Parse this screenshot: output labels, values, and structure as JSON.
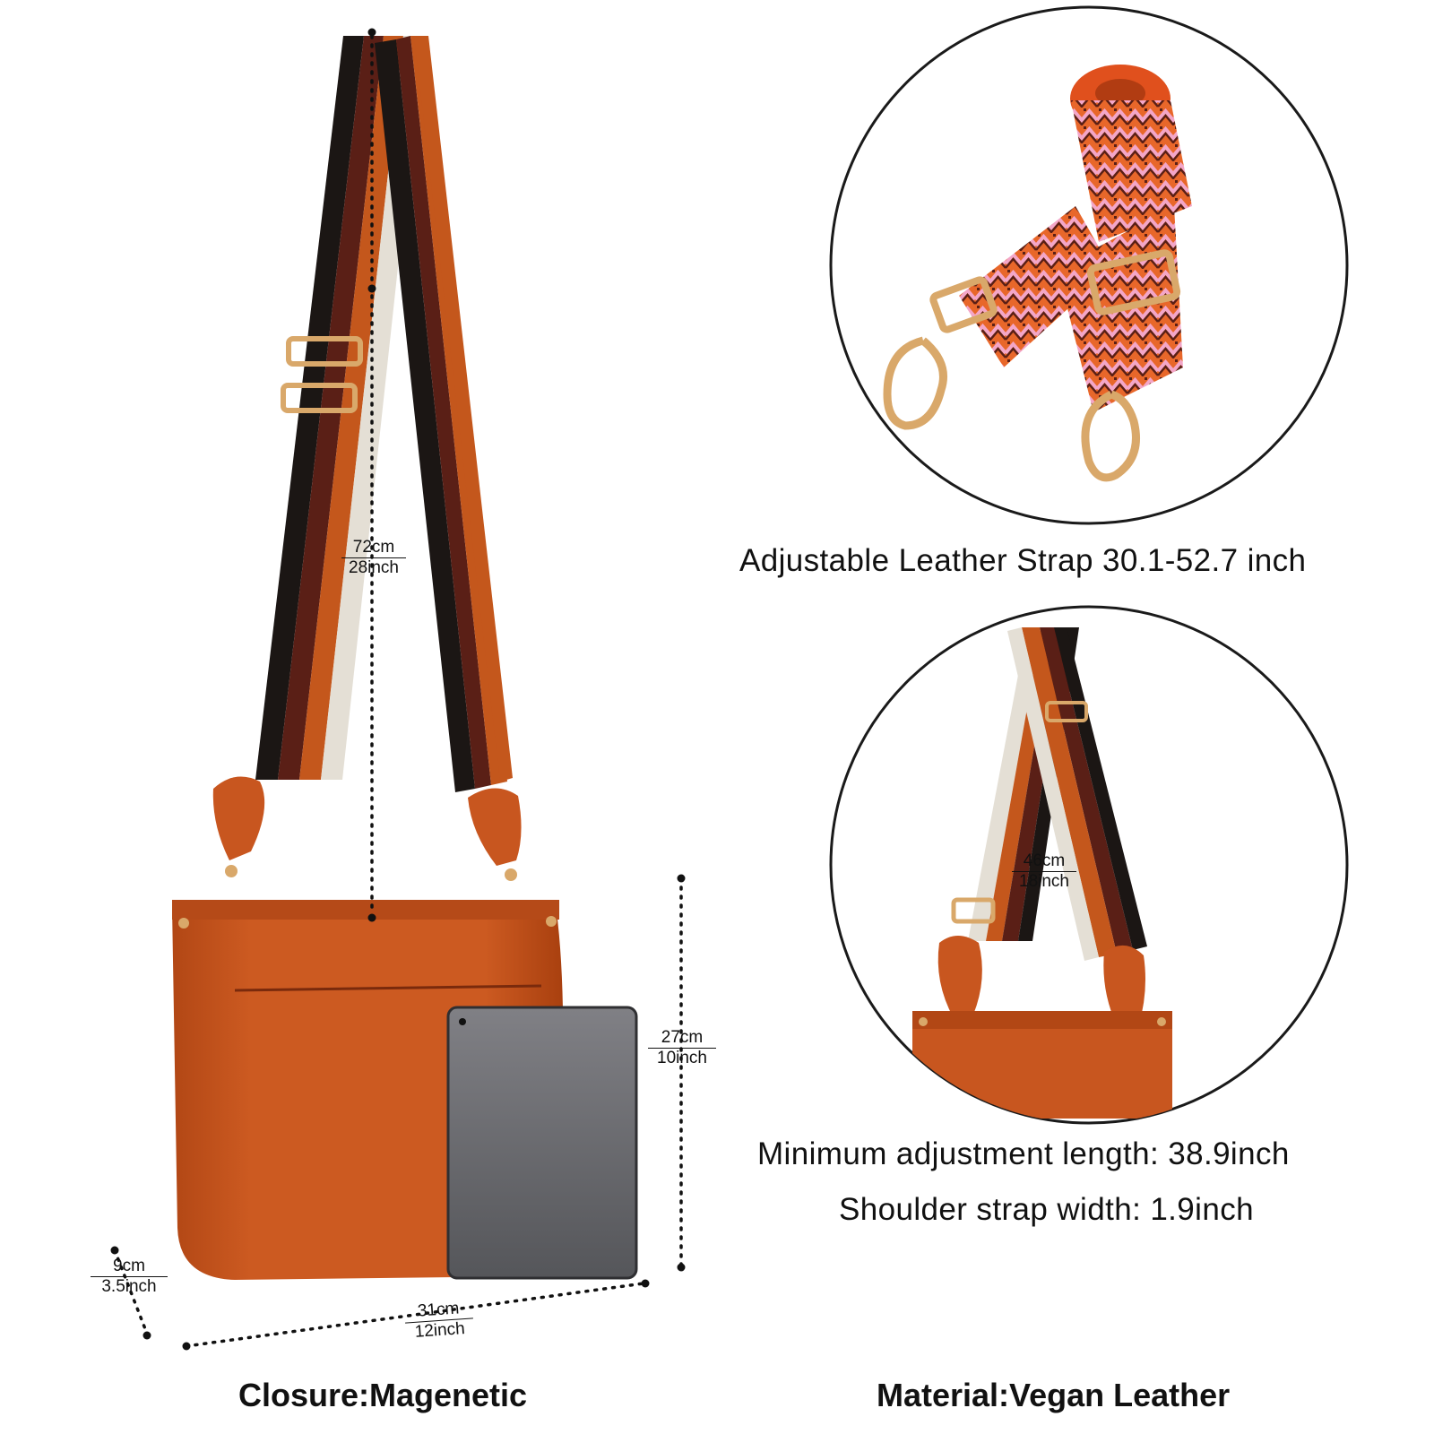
{
  "photo": {
    "description_free": true,
    "colors": {
      "bag_orange": "#c8561f",
      "bag_shadow": "#9c3b12",
      "strap_black": "#1b1614",
      "strap_brown": "#5a1f16",
      "strap_orange": "#c4571c",
      "strap_cream": "#e4dfd5",
      "hardware_gold": "#d9a86a",
      "tablet_grey": "#6c6c70",
      "pattern_pink": "#f3a6c8"
    }
  },
  "dimensions": {
    "strap_drop": {
      "top": "72cm",
      "bottom": "28inch"
    },
    "short_drop": {
      "top": "46cm",
      "bottom": "18inch"
    },
    "height": {
      "top": "27cm",
      "bottom": "10inch"
    },
    "depth": {
      "top": "9cm",
      "bottom": "3.5inch"
    },
    "width": {
      "top": "31cm",
      "bottom": "12inch"
    }
  },
  "captions": {
    "strap": "Adjustable Leather Strap 30.1-52.7 inch",
    "min_length": "Minimum adjustment length: 38.9inch",
    "strap_width": "Shoulder strap width: 1.9inch",
    "closure": "Closure:Magenetic",
    "material": "Material:Vegan Leather"
  }
}
